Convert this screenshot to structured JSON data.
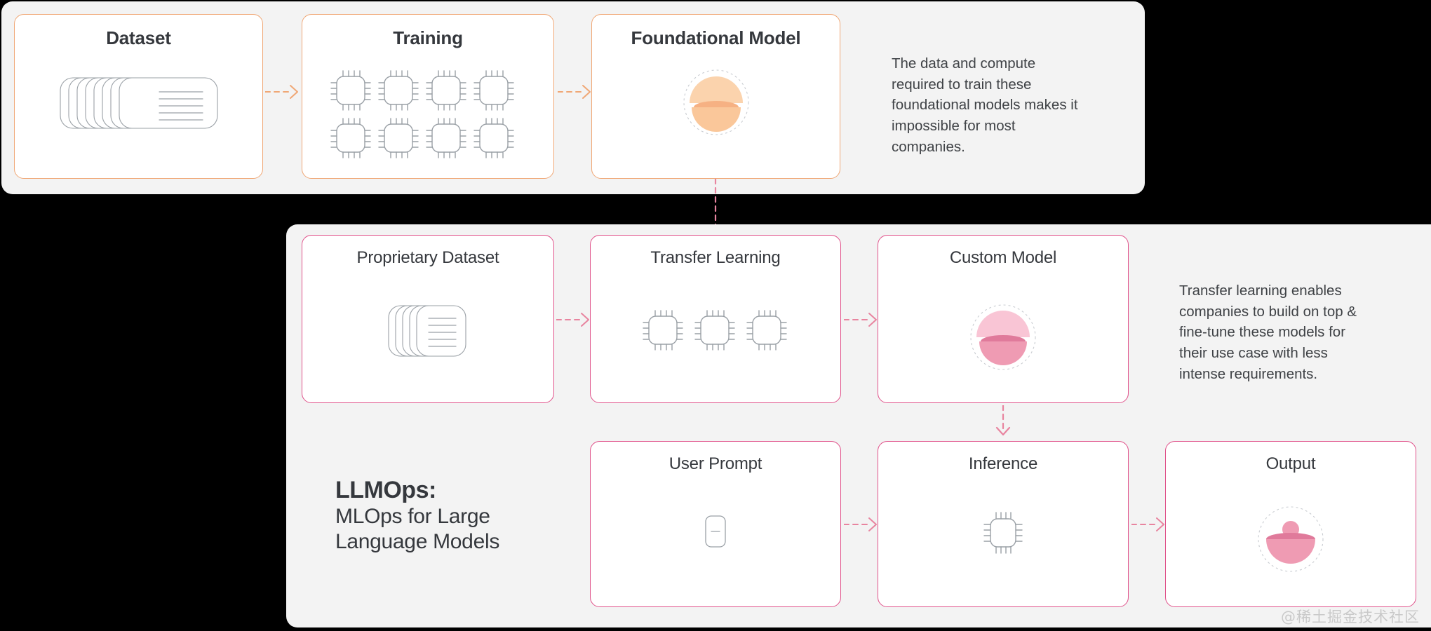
{
  "diagram": {
    "watermark": "@稀土掘金技术社区",
    "colors": {
      "orange_accent": "#f0a775",
      "rose_accent": "#e0518a",
      "panel_bg": "#f3f3f3",
      "card_bg": "#ffffff",
      "page_bg": "#000000",
      "text": "#35383d",
      "icon_stroke": "#9aa0a6",
      "foundational_sphere": "#f8c89b",
      "custom_sphere": "#f2a7bd"
    }
  },
  "top_section": {
    "cards": [
      {
        "title": "Dataset",
        "icon": "stacked-documents-icon"
      },
      {
        "title": "Training",
        "icon": "chip-grid-8-icon"
      },
      {
        "title": "Foundational Model",
        "icon": "orange-sphere-model-icon"
      }
    ],
    "note": "The data and compute\nrequired to train these\nfoundational models makes it\nimpossible for most\ncompanies."
  },
  "bottom_section": {
    "heading": {
      "title": "LLMOps:",
      "subtitle": "MLOps for Large\nLanguage Models"
    },
    "row1_cards": [
      {
        "title": "Proprietary Dataset",
        "icon": "stacked-documents-small-icon"
      },
      {
        "title": "Transfer Learning",
        "icon": "chip-row-3-icon"
      },
      {
        "title": "Custom Model",
        "icon": "pink-sphere-model-icon"
      }
    ],
    "row2_cards": [
      {
        "title": "User Prompt",
        "icon": "prompt-box-icon"
      },
      {
        "title": "Inference",
        "icon": "chip-single-icon"
      },
      {
        "title": "Output",
        "icon": "bowl-output-icon"
      }
    ],
    "note": "Transfer learning enables\ncompanies to build on top &\nfine-tune these models for\ntheir use case with less\nintense requirements."
  },
  "arrows": [
    {
      "name": "dataset-to-training",
      "direction": "right",
      "color": "#f0a775"
    },
    {
      "name": "training-to-foundational",
      "direction": "right",
      "color": "#f0a775"
    },
    {
      "name": "foundational-to-transfer",
      "direction": "down",
      "color": "#e8849f"
    },
    {
      "name": "proprietary-to-transfer",
      "direction": "right",
      "color": "#e8849f"
    },
    {
      "name": "transfer-to-custom",
      "direction": "right",
      "color": "#e8849f"
    },
    {
      "name": "custom-to-inference",
      "direction": "down",
      "color": "#e8849f"
    },
    {
      "name": "prompt-to-inference",
      "direction": "right",
      "color": "#e8849f"
    },
    {
      "name": "inference-to-output",
      "direction": "right",
      "color": "#e8849f"
    }
  ]
}
